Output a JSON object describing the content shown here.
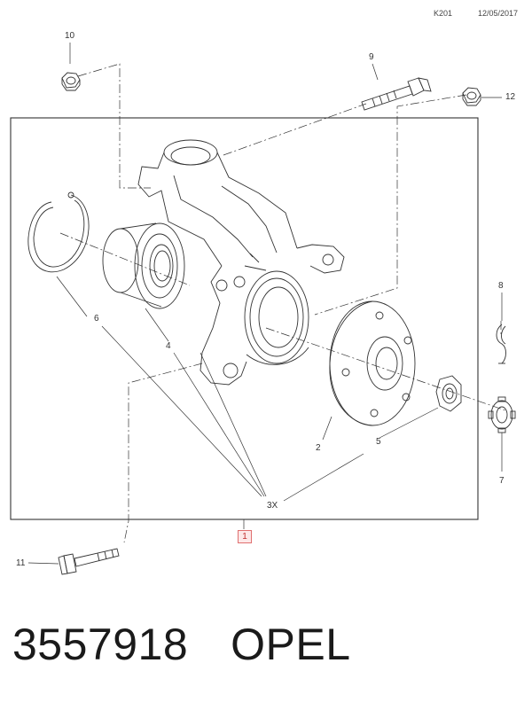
{
  "header": {
    "code": "K201",
    "date": "12/05/2017"
  },
  "callouts": {
    "c1": "1",
    "c2": "2",
    "c3": "3X",
    "c4": "4",
    "c5": "5",
    "c6": "6",
    "c7": "7",
    "c8": "8",
    "c9": "9",
    "c10": "10",
    "c11": "11",
    "c12": "12"
  },
  "footer": {
    "part_number": "3557918",
    "brand": "OPEL"
  },
  "colors": {
    "line": "#333333",
    "ref_box_border": "#e07070",
    "ref_box_fill": "#fde8e8"
  }
}
